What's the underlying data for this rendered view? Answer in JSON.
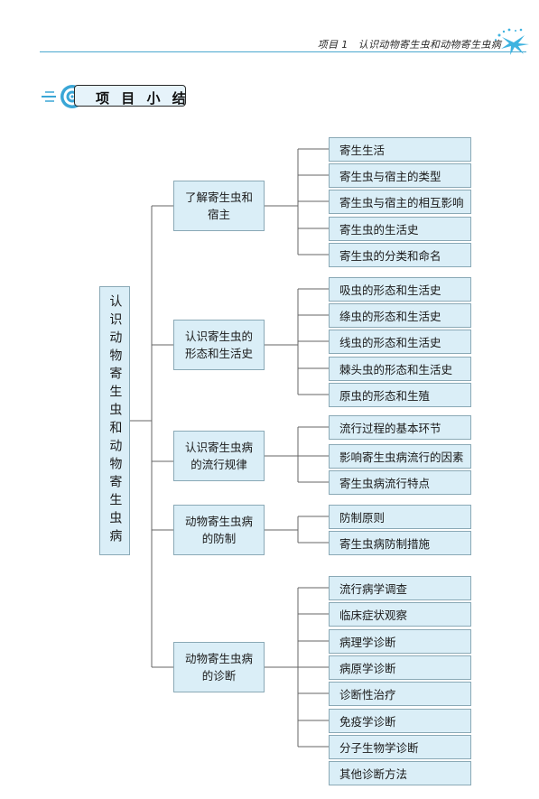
{
  "header": {
    "text": "项目 1　认识动物寄生虫和动物寄生虫病"
  },
  "section_title": "项 目 小 结",
  "colors": {
    "box_fill": "#daeef7",
    "box_border": "#8aa9b6",
    "line": "#666666",
    "accent": "#4aa8cf"
  },
  "mindmap": {
    "root": "认识动物寄生虫和动物寄生虫病",
    "branches": [
      {
        "label": "了解寄生虫和宿主",
        "children": [
          "寄生生活",
          "寄生虫与宿主的类型",
          "寄生虫与宿主的相互影响",
          "寄生虫的生活史",
          "寄生虫的分类和命名"
        ]
      },
      {
        "label": "认识寄生虫的形态和生活史",
        "children": [
          "吸虫的形态和生活史",
          "绦虫的形态和生活史",
          "线虫的形态和生活史",
          "棘头虫的形态和生活史",
          "原虫的形态和生殖"
        ]
      },
      {
        "label": "认识寄生虫病的流行规律",
        "children": [
          "流行过程的基本环节",
          "影响寄生虫病流行的因素",
          "寄生虫病流行特点"
        ]
      },
      {
        "label": "动物寄生虫病的防制",
        "children": [
          "防制原则",
          "寄生虫病防制措施"
        ]
      },
      {
        "label": "动物寄生虫病的诊断",
        "children": [
          "流行病学调查",
          "临床症状观察",
          "病理学诊断",
          "病原学诊断",
          "诊断性治疗",
          "免疫学诊断",
          "分子生物学诊断",
          "其他诊断方法"
        ]
      }
    ]
  }
}
